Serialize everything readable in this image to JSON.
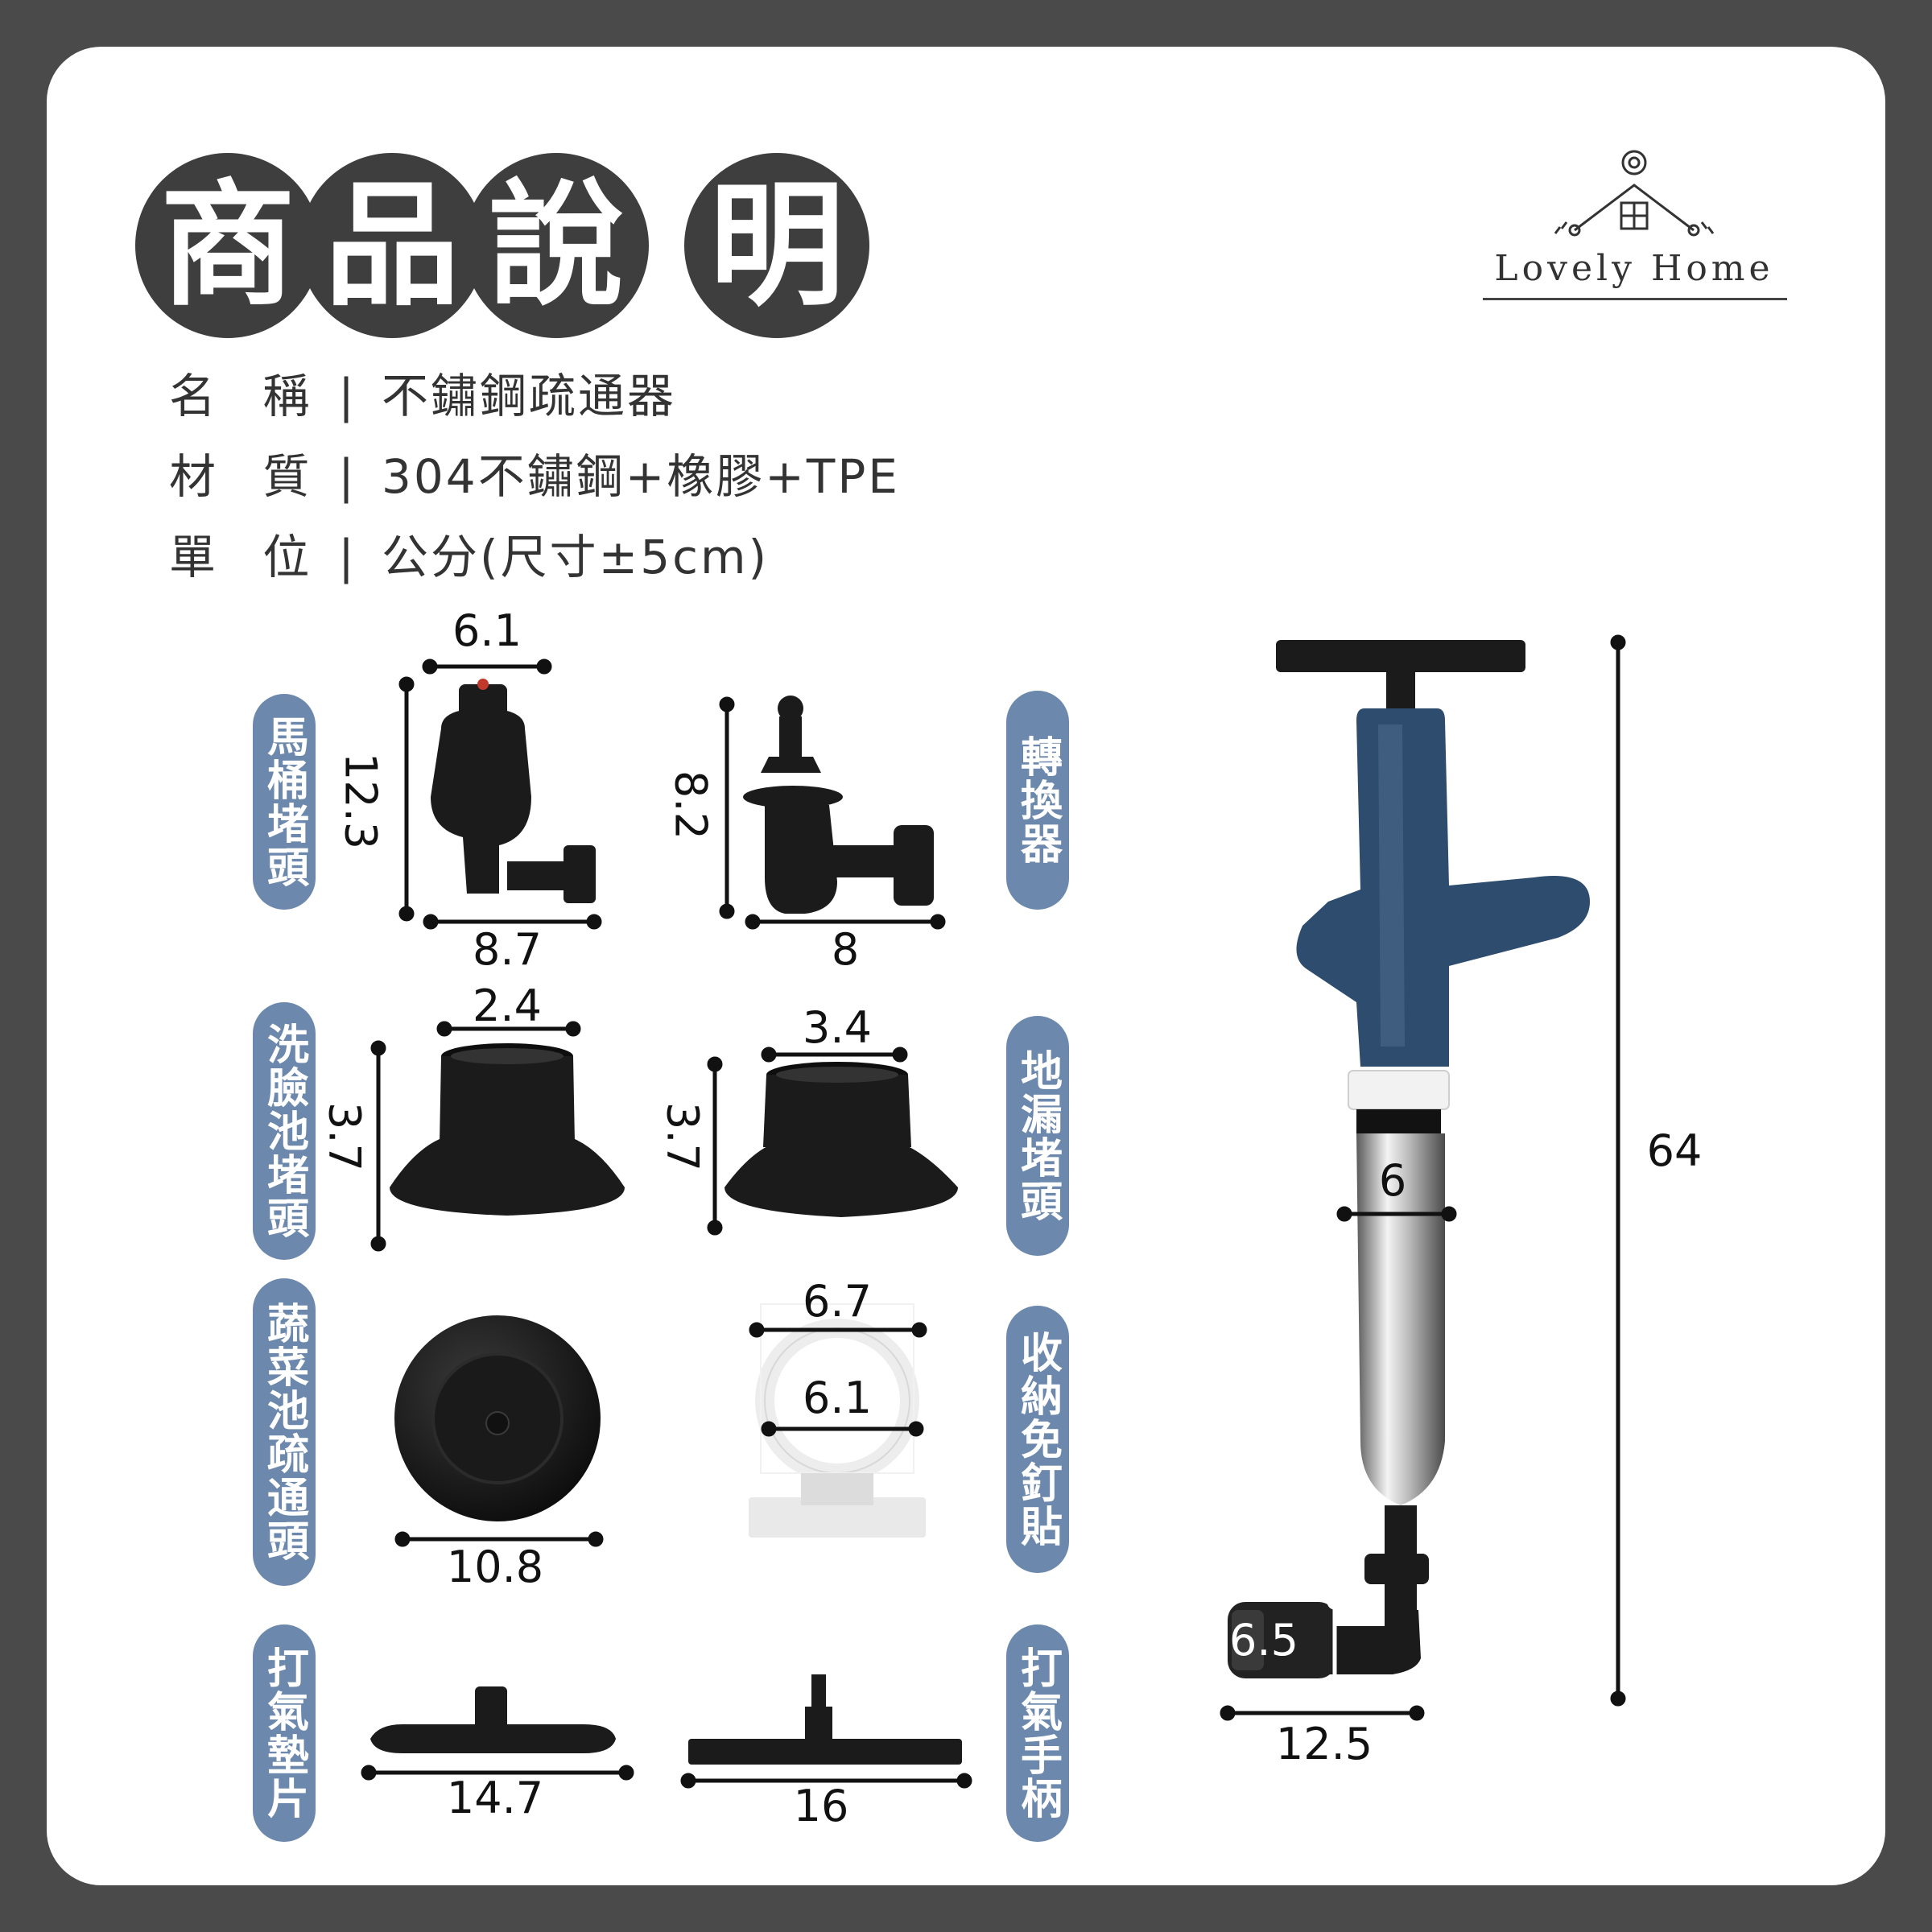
{
  "title_chars": [
    "商",
    "品",
    "說",
    "明"
  ],
  "brand": {
    "name": "Lovely Home"
  },
  "specs": [
    {
      "key": "名 稱",
      "sep": "|",
      "value": "不鏽鋼疏通器"
    },
    {
      "key": "材 質",
      "sep": "|",
      "value": "304不鏽鋼+橡膠+TPE"
    },
    {
      "key": "單 位",
      "sep": "|",
      "value": "公分(尺寸±5cm)"
    }
  ],
  "labels": {
    "toilet_head": "馬桶堵頭",
    "adapter": "轉換器",
    "washbasin_head": "洗臉池堵頭",
    "floor_drain_head": "地漏堵頭",
    "sink_head": "蔬菜池疏通頭",
    "storage_hook": "收納免釘貼",
    "pump_pad": "打氣墊片",
    "pump_handle": "打氣手柄"
  },
  "dimensions": {
    "toilet_w_top": "6.1",
    "toilet_h": "12.3",
    "toilet_w_bottom": "8.7",
    "adapter_h": "8.2",
    "adapter_w": "8",
    "washbasin_w": "2.4",
    "washbasin_h": "3.7",
    "floor_w": "3.4",
    "floor_h": "3.7",
    "sink_w": "10.8",
    "hook_outer": "6.7",
    "hook_inner": "6.1",
    "pad_w": "14.7",
    "handle_w": "16",
    "tool_diameter": "6",
    "tool_height": "64",
    "tool_tip": "6.5",
    "tool_bottom_w": "12.5"
  },
  "colors": {
    "title_bg": "#3e3e3e",
    "pill_bg": "#6d88ad",
    "pump_blue": "#2e4c6d",
    "frame": "#4a4a4a"
  },
  "icons": [
    "house-keys-icon"
  ]
}
